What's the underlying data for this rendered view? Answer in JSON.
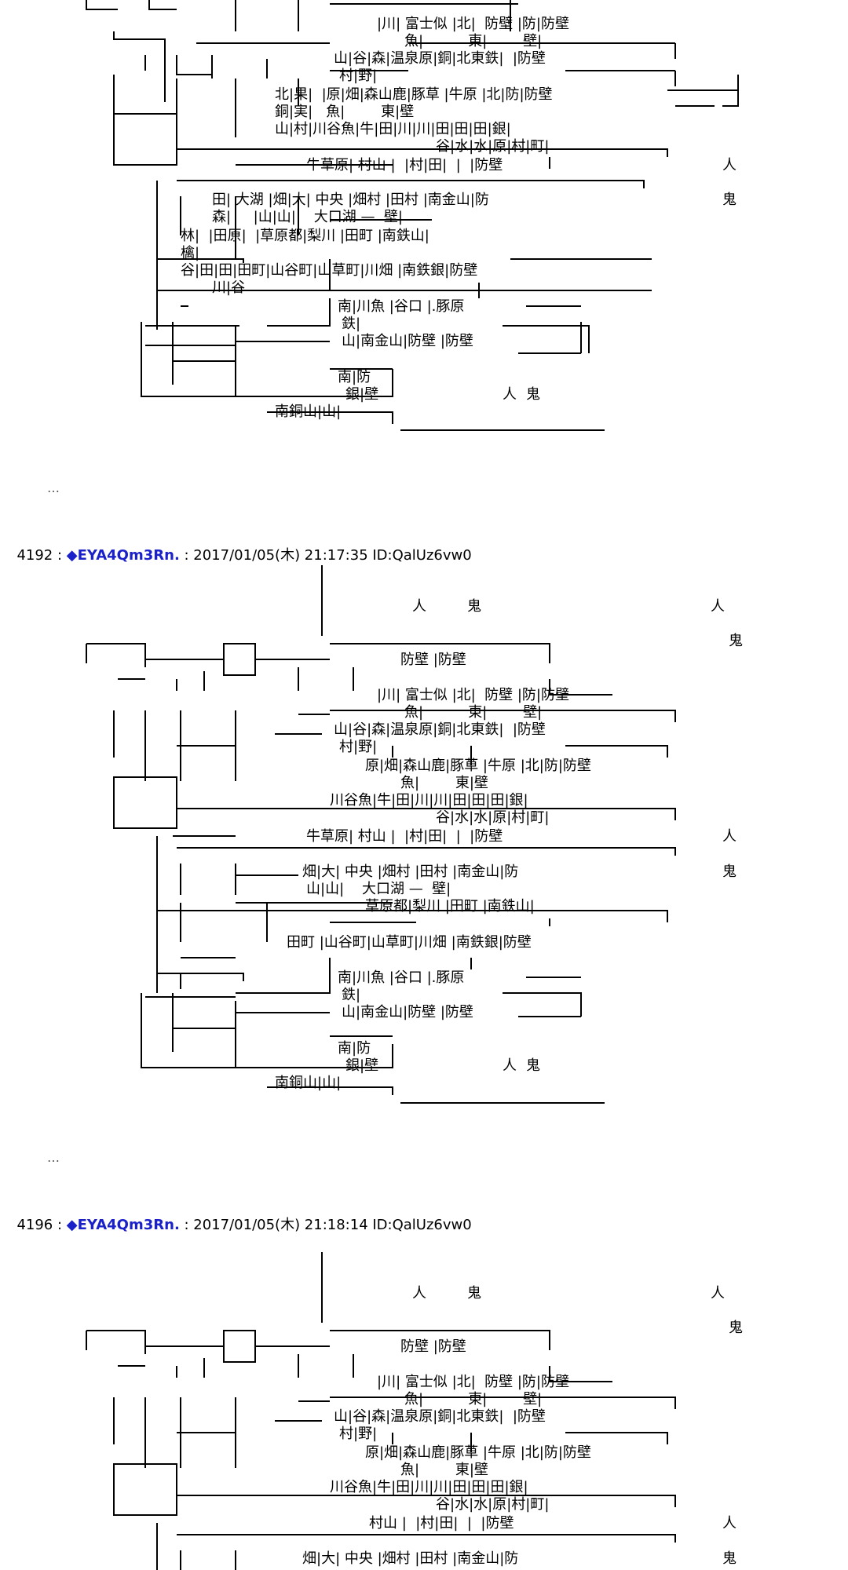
{
  "posts": [
    {
      "number": "4192",
      "name": "◆EYA4Qm3Rn.",
      "meta": "2017/01/05(木) 21:17:35 ID:QalUz6vw0"
    },
    {
      "number": "4196",
      "name": "◆EYA4Qm3Rn.",
      "meta": "2017/01/05(木) 21:18:14 ID:QalUz6vw0"
    }
  ],
  "separators": {
    "colon": " : ",
    "ellipsis": "…"
  },
  "map1": {
    "rows": [
      "|川| 富士似 |北|  防壁 |防|防壁",
      "魚|          東|        壁|",
      "山|谷|森|温泉原|銅|北東鉄|  |防壁",
      "村|野|",
      "北|果|  |原|畑|森山鹿|豚草 |牛原 |北|防|防壁",
      "銅|実|   魚|        東|壁",
      "山|村|川谷魚|牛|田|川|川|田|田|田|銀|",
      "谷|水|水|原|村|町|",
      "牛草原| 村山 |  |村|田|  |  |防壁",
      "田| 大湖 |畑|大| 中央 |畑村 |田村 |南金山|防",
      "森|     |山|山|    大口湖 —  壁|",
      "林|  |田原|  |草原都|梨川 |田町 |南鉄山|",
      "檎|",
      "谷|田|田|田町|山谷町|山草町|川畑 |南鉄銀|防壁",
      "川|谷",
      "南|川魚 |谷口 |.豚原",
      "鉄|",
      "山|南金山|防壁 |防壁",
      "南|防",
      "銀|壁",
      "南銅山|山|"
    ],
    "side_labels": [
      "人",
      "鬼",
      "人",
      "鬼"
    ]
  },
  "map2": {
    "top_labels": [
      "人",
      "鬼",
      "人",
      "鬼"
    ],
    "rows": [
      "防壁 |防壁",
      "|川| 富士似 |北|  防壁 |防|防壁",
      "魚|          東|        壁|",
      "山|谷|森|温泉原|銅|北東鉄|  |防壁",
      "村|野|",
      "原|畑|森山鹿|豚草 |牛原 |北|防|防壁",
      "魚|        東|壁",
      "川谷魚|牛|田|川|川|田|田|田|銀|",
      "谷|水|水|原|村|町|",
      "牛草原| 村山 |  |村|田|  |  |防壁",
      "畑|大| 中央 |畑村 |田村 |南金山|防",
      "山|山|    大口湖 —  壁|",
      "草原都|梨川 |田町 |南鉄山|",
      "田町 |山谷町|山草町|川畑 |南鉄銀|防壁",
      "南|川魚 |谷口 |.豚原",
      "鉄|",
      "山|南金山|防壁 |防壁",
      "南|防",
      "銀|壁",
      "南銅山|山|"
    ],
    "side_labels": [
      "人",
      "鬼",
      "人",
      "鬼"
    ]
  },
  "map3": {
    "top_labels": [
      "人",
      "鬼",
      "人",
      "鬼"
    ],
    "rows": [
      "防壁 |防壁",
      "|川| 富士似 |北|  防壁 |防|防壁",
      "魚|          東|        壁|",
      "山|谷|森|温泉原|銅|北東鉄|  |防壁",
      "村|野|",
      "原|畑|森山鹿|豚草 |牛原 |北|防|防壁",
      "魚|        東|壁",
      "川谷魚|牛|田|川|川|田|田|田|銀|",
      "谷|水|水|原|村|町|",
      "村山 |  |村|田|  |  |防壁",
      "畑|大| 中央 |畑村 |田村 |南金山|防"
    ],
    "side_labels": [
      "人",
      "鬼"
    ]
  }
}
